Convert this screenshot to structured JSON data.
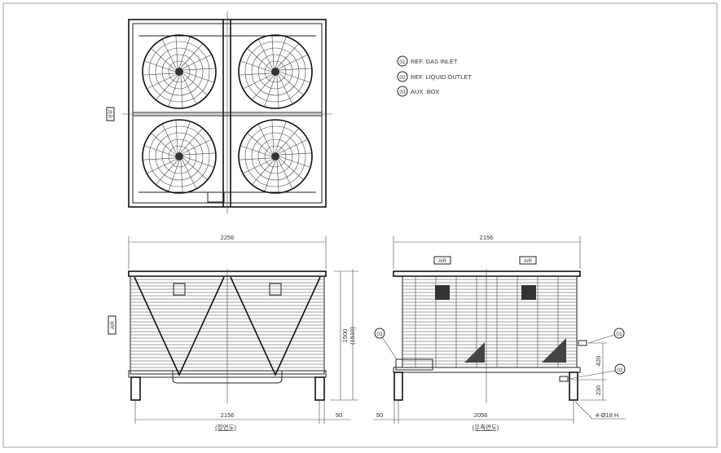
{
  "legend": [
    {
      "num": "01",
      "label": "REF. GAS INLET"
    },
    {
      "num": "02",
      "label": "REF. LIQUID OUTLET"
    },
    {
      "num": "03",
      "label": "AUX. BOX"
    }
  ],
  "top_view": {
    "direction_tag": "상부"
  },
  "front_view": {
    "caption": "(정면도)",
    "air_tag": "AIR",
    "dims": {
      "overall_width": "2256",
      "leg_span": "2156",
      "leg_offset": "50",
      "height": "1500",
      "height_alt": "(1510)"
    }
  },
  "side_view": {
    "caption": "(우측면도)",
    "air_tags": [
      "AIR",
      "AIR"
    ],
    "dims": {
      "overall_width": "2156",
      "leg_span": "2056",
      "leg_offset": "50",
      "inlet_height": "420",
      "outlet_height": "230",
      "holes": "4-Ø18 H"
    },
    "callouts": [
      "01",
      "02",
      "03"
    ]
  }
}
